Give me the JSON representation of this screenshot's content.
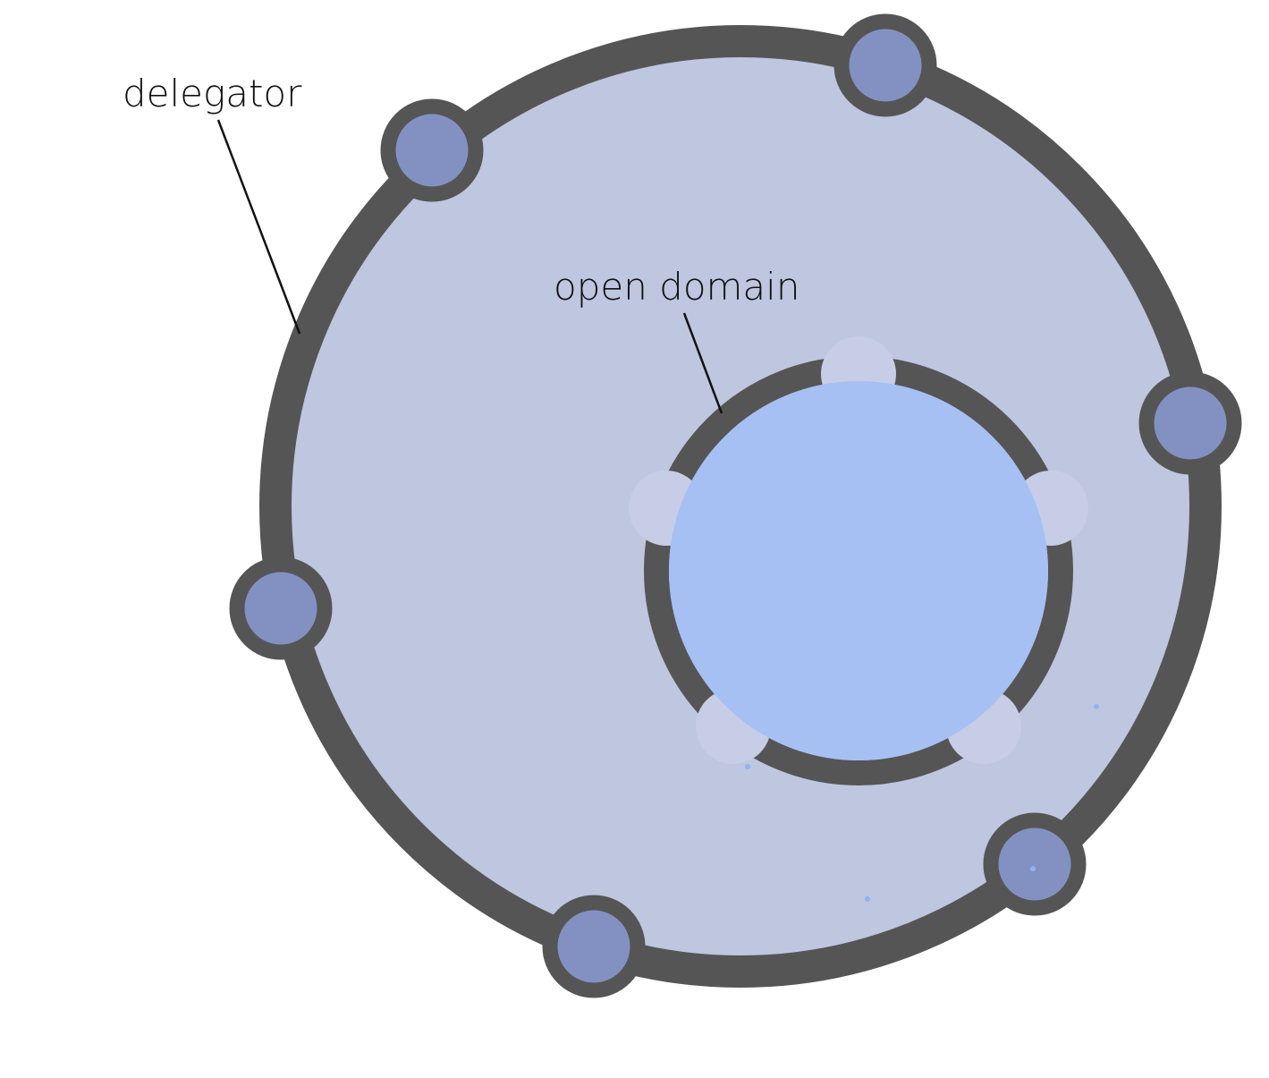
{
  "labels": {
    "outer": "delegator",
    "inner": "open domain"
  },
  "colors": {
    "background": "#ffffff",
    "outer_fill": "#bec6e0",
    "ring_stroke": "#555555",
    "port_fill": "#8391c2",
    "inner_fill": "#a6c0f4",
    "inner_port_fill": "#c7cde6",
    "leader_line": "#111111",
    "speck": "#8fb3f5"
  },
  "outer_ports": 6,
  "inner_ports": 5
}
